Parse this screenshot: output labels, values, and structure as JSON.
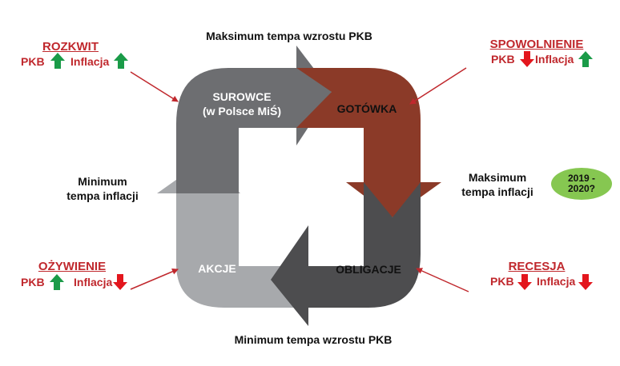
{
  "title_top": "Maksimum tempa wzrostu PKB",
  "title_bottom": "Minimum tempa wzrostu PKB",
  "label_left": "Minimum tempa inflacji",
  "label_left_lines": [
    "Minimum",
    "tempa inflacji"
  ],
  "label_right": "Maksimum tempa inflacji",
  "label_right_lines": [
    "Maksimum",
    "tempa inflacji"
  ],
  "badge": "2019 - 2020?",
  "badge_lines": [
    "2019 -",
    "2020?"
  ],
  "colors": {
    "up": "#1a9b48",
    "down": "#e3161d",
    "phase_text": "#c0282d",
    "arrow_top": "#6d6e71",
    "arrow_right": "#8b3a28",
    "arrow_bottom": "#4d4d4f",
    "arrow_left": "#a7a9ac",
    "badge": "#86c751"
  },
  "arrows": {
    "top": {
      "label_line1": "SUROWCE",
      "label_line2": "(w Polsce MiŚ)"
    },
    "right": {
      "label": "GOTÓWKA"
    },
    "bottom": {
      "label": "OBLIGACJE"
    },
    "left": {
      "label": "AKCJE"
    }
  },
  "phases": {
    "top_left": {
      "title": "ROZKWIT",
      "pkb": "PKB",
      "inflacja": "Inflacja",
      "pkb_dir": "up",
      "inf_dir": "up"
    },
    "top_right": {
      "title": "SPOWOLNIENIE",
      "pkb": "PKB",
      "inflacja": "Inflacja",
      "pkb_dir": "down",
      "inf_dir": "up"
    },
    "bottom_left": {
      "title": "OŻYWIENIE",
      "pkb": "PKB",
      "inflacja": "Inflacja",
      "pkb_dir": "up",
      "inf_dir": "down"
    },
    "bottom_right": {
      "title": "RECESJA",
      "pkb": "PKB",
      "inflacja": "Inflacja",
      "pkb_dir": "down",
      "inf_dir": "down"
    }
  }
}
